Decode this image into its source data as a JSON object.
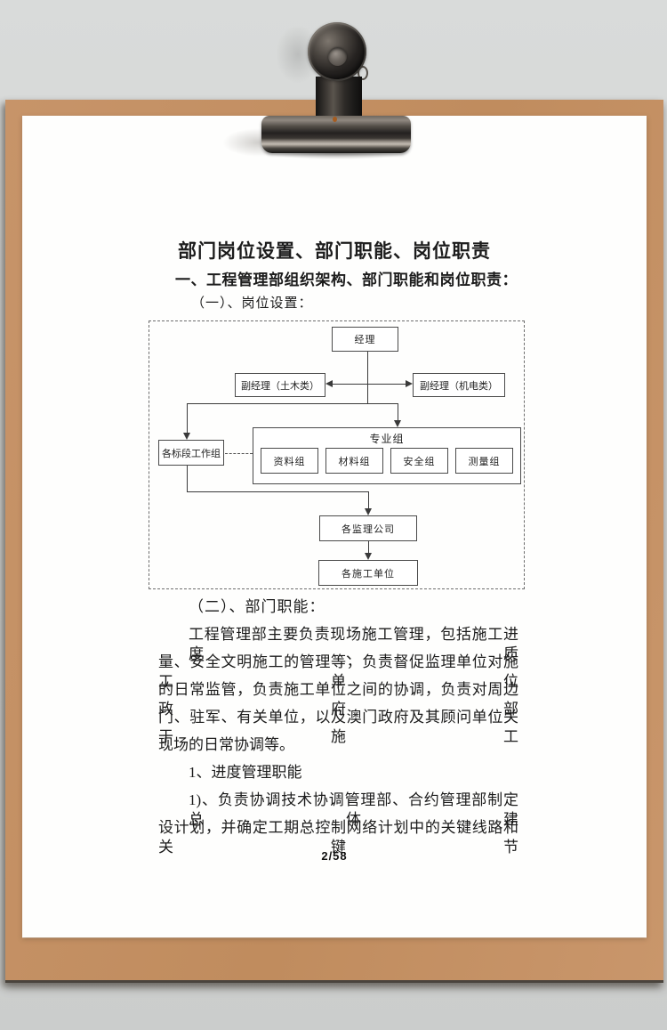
{
  "document": {
    "title": "部门岗位设置、部门职能、岗位职责",
    "section_heading": "一、工程管理部组织架构、部门职能和岗位职责：",
    "subsection_1": "（一）、岗位设置：",
    "subsection_2": "（二）、部门职能：",
    "paragraph_lines": [
      "工程管理部主要负责现场施工管理，包括施工进度、质",
      "量、安全文明施工的管理等，负责督促监理单位对施工单位",
      "的日常监管，负责施工单位之间的协调，负责对周边政府部",
      "门、驻军、有关单位，以及澳门政府及其顾问单位关于施工",
      "现场的日常协调等。"
    ],
    "list_item_1": "1、进度管理职能",
    "list_item_1_lines": [
      "1)、负责协调技术协调管理部、合约管理部制定总体建",
      "设计划，并确定工期总控制网络计划中的关键线路和关键节"
    ],
    "page_number": "2/58"
  },
  "org_chart": {
    "manager": "经理",
    "deputy_civil": "副经理（土木类）",
    "deputy_mech": "副经理（机电类）",
    "section_teams": "各标段工作组",
    "specialty_group": "专业组",
    "specialty_subgroups": [
      "资料组",
      "材料组",
      "安全组",
      "测量组"
    ],
    "supervision_companies": "各监理公司",
    "construction_units": "各施工单位"
  },
  "colors": {
    "background_gray": "#d4d6d5",
    "clipboard_tan": "#c08c5e",
    "paper_white": "#fefefd",
    "text_black": "#1c1c1c",
    "chart_line": "#3a3a3a"
  }
}
